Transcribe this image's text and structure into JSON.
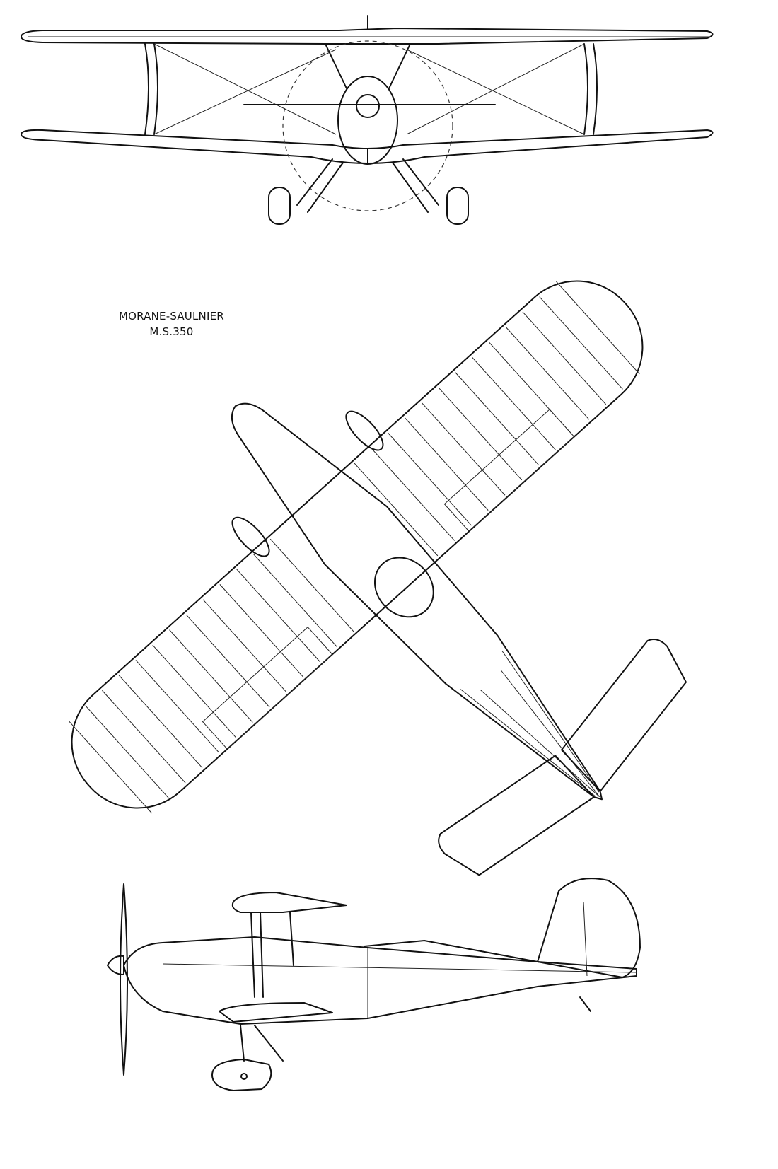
{
  "caption": {
    "manufacturer": "MORANE-SAULNIER",
    "model": "M.S.350"
  },
  "views": [
    "front-view",
    "plan-view",
    "side-view"
  ]
}
